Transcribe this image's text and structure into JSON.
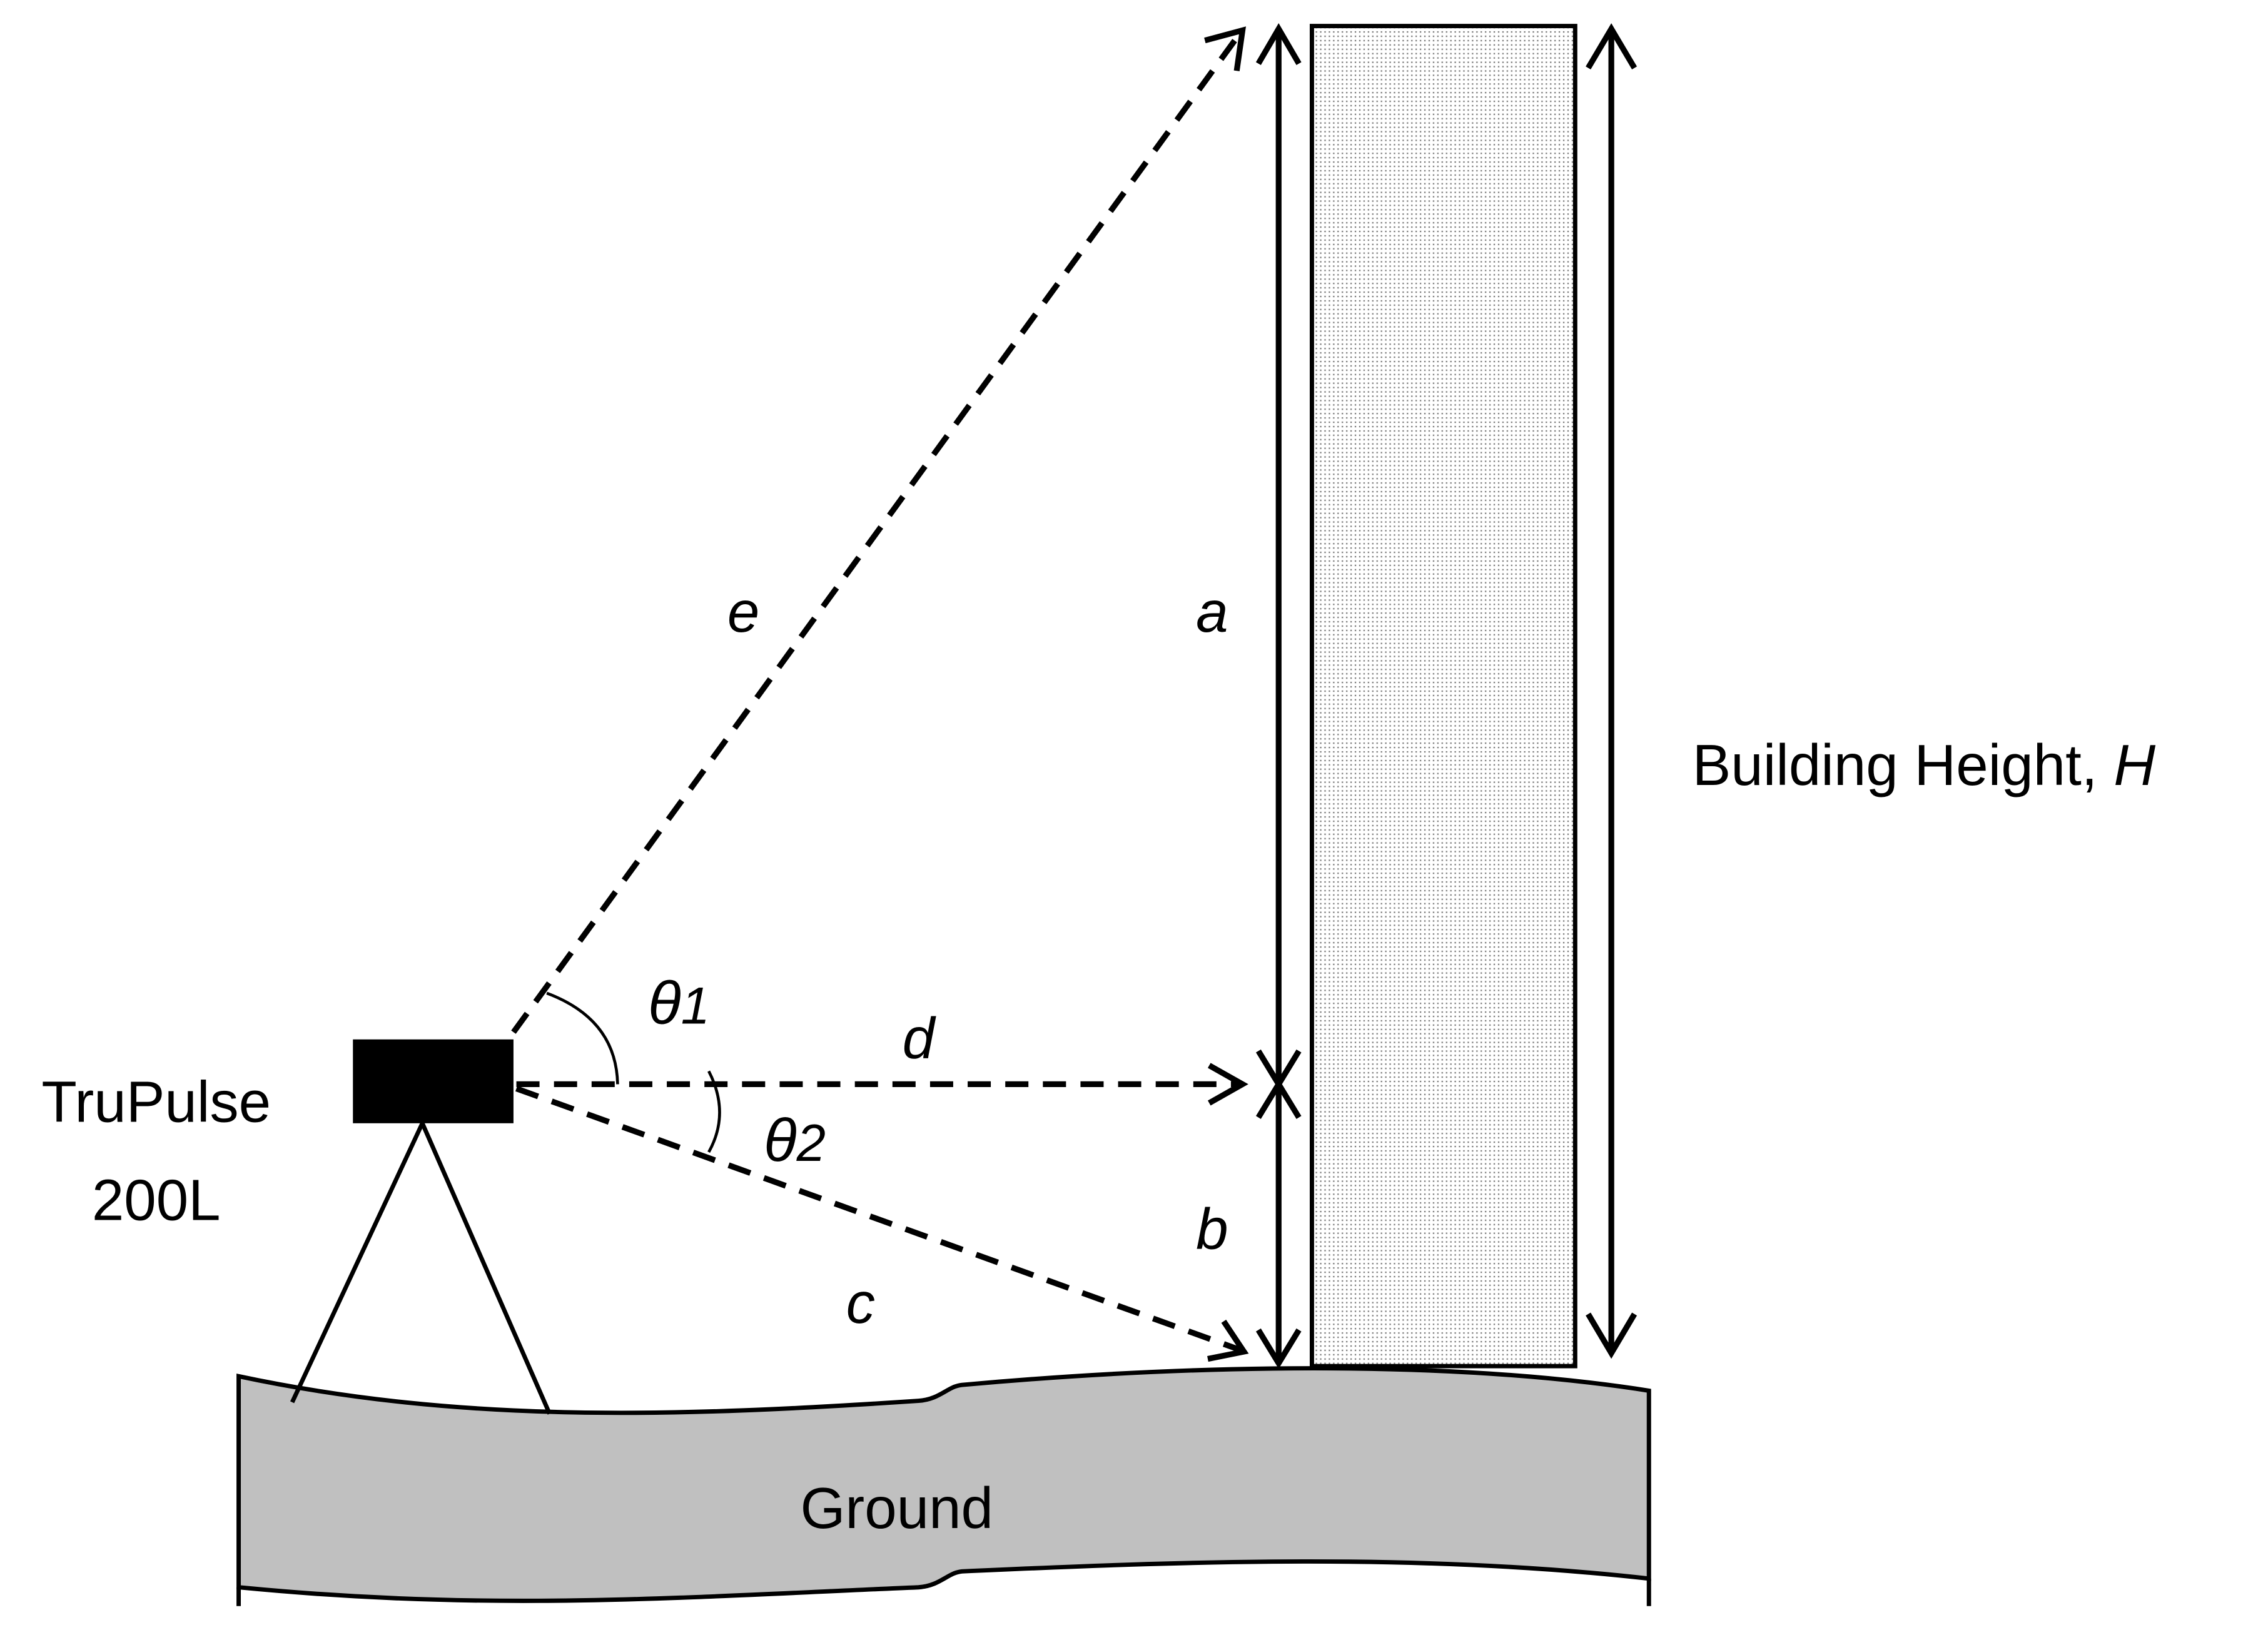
{
  "labels": {
    "device_line1": "TruPulse",
    "device_line2": "200L",
    "building_height": "Building Height, ",
    "building_height_var": "H",
    "ground": "Ground",
    "e": "e",
    "a": "a",
    "d": "d",
    "b": "b",
    "c": "c",
    "theta1_symbol": "θ",
    "theta1_sub": "1",
    "theta2_symbol": "θ",
    "theta2_sub": "2"
  },
  "colors": {
    "ground_fill": "#c0c0c0",
    "building_fill": "#e4e4e4",
    "ink": "#000000"
  }
}
